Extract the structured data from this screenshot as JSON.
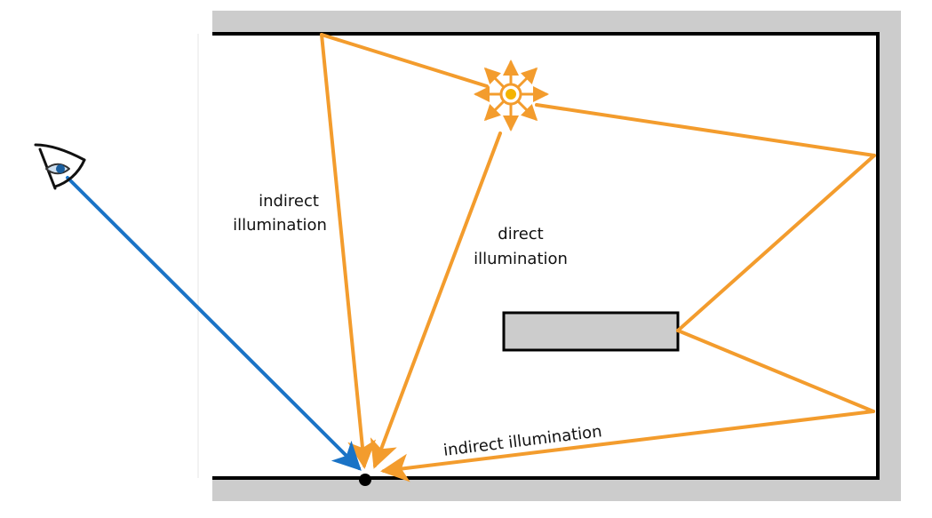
{
  "labels": {
    "indirect_left_line1": "indirect",
    "indirect_left_line2": "illumination",
    "direct_line1": "direct",
    "direct_line2": "illumination",
    "indirect_bottom": "indirect illumination"
  },
  "colors": {
    "light_path": "#f39c2d",
    "view_ray": "#1a73c6",
    "wall_shadow": "#cccccc",
    "occluder_fill": "#cccccc",
    "outline": "#000000",
    "light_core": "#f4b400"
  },
  "icons": {
    "eye": "eye-icon",
    "light": "light-source-icon"
  }
}
